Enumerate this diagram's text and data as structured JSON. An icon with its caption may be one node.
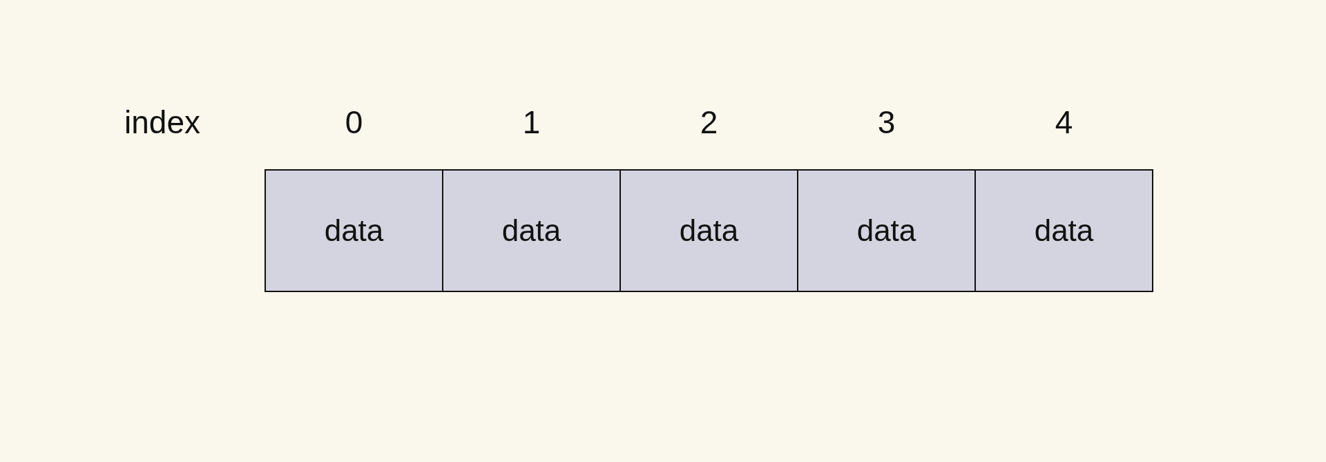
{
  "diagram": {
    "nodes": [
      {
        "text": [
          "data"
        ]
      },
      {
        "text": [
          "data"
        ]
      },
      {
        "text": [
          "data"
        ]
      },
      {
        "text": [
          "data"
        ]
      },
      {
        "text": [
          "data"
        ]
      }
    ],
    "labels": [
      "index",
      "0",
      "1",
      "2",
      "3",
      "4"
    ]
  }
}
